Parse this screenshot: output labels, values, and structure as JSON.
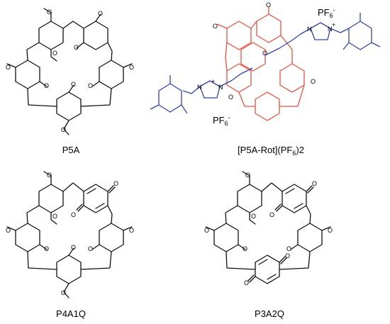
{
  "figure": {
    "panels": [
      {
        "id": "p5a",
        "label": "P5A",
        "label_sub": "",
        "label_tail": ""
      },
      {
        "id": "rot",
        "label": "[P5A-Rot](PF",
        "label_sub": "6",
        "label_tail": ")2"
      },
      {
        "id": "p4a1q",
        "label": "P4A1Q",
        "label_sub": "",
        "label_tail": ""
      },
      {
        "id": "p3a2q",
        "label": "P3A2Q",
        "label_sub": "",
        "label_tail": ""
      }
    ],
    "counterion": {
      "text": "PF",
      "sub": "6",
      "sup": "-"
    },
    "atoms": {
      "oxygen": "O",
      "nitrogen": "N",
      "cation": "+",
      "anion": "-"
    },
    "colors": {
      "macrocycle": "#111111",
      "rotaxane_wheel": "#e8503f",
      "rotaxane_axle": "#3344aa"
    }
  }
}
